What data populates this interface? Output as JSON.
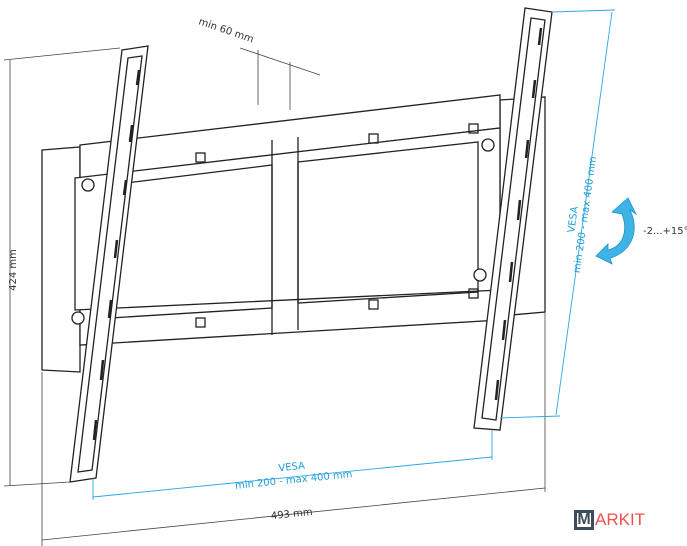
{
  "dimensions": {
    "height": "424 mm",
    "width": "493 mm",
    "min_depth": "min 60 mm",
    "vesa_horizontal": {
      "title": "VESA",
      "range": "min 200 - max 400 mm"
    },
    "vesa_vertical": {
      "title": "VESA",
      "range": "min 200 - max 400 mm"
    },
    "tilt": "-2...+15°"
  },
  "logo": {
    "text": "MARKIT",
    "initial": "M",
    "rest": "ARKIT"
  },
  "colors": {
    "accent": "#29a8e0",
    "logo_dark": "#3d4b5c",
    "logo_red": "#f0504a"
  }
}
